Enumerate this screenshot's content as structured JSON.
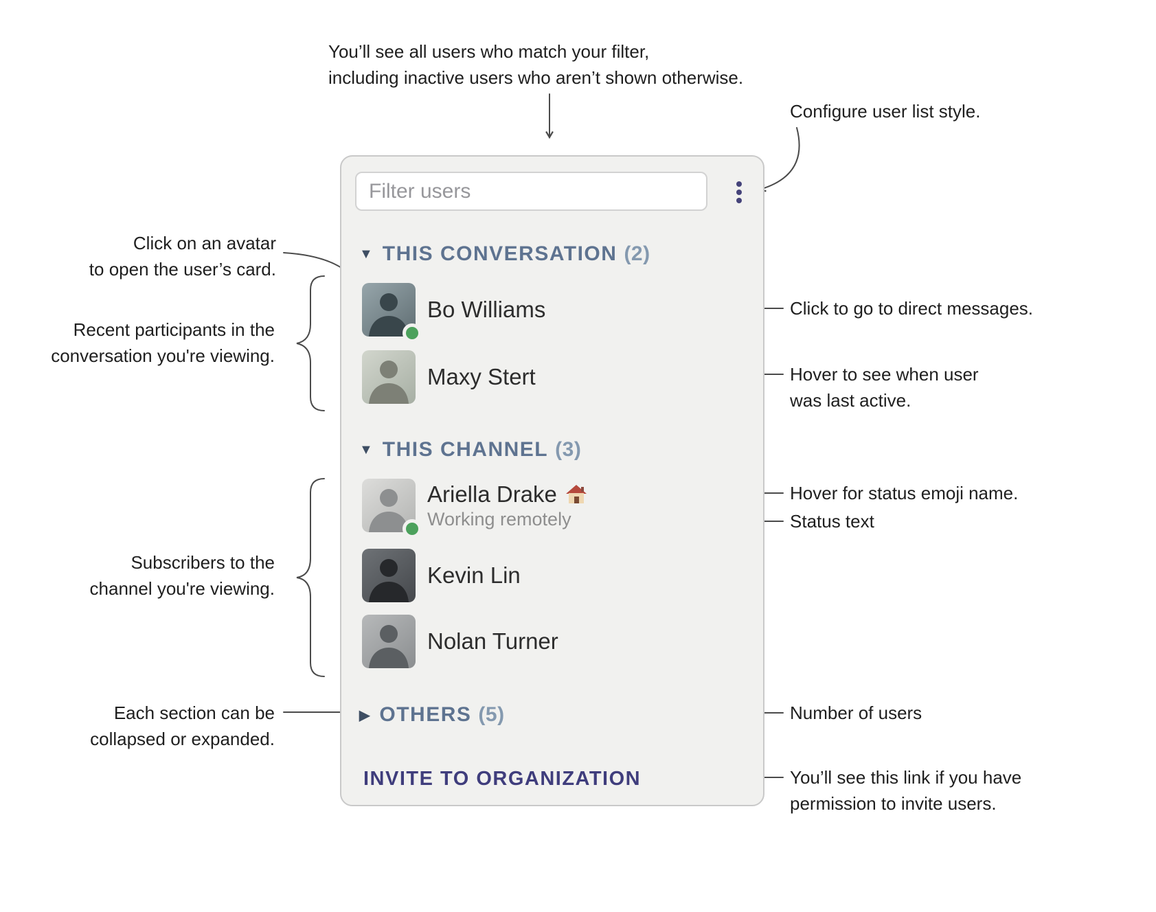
{
  "annotations": {
    "filter_note": [
      "You’ll see all users who match your filter,",
      "including inactive users who aren’t shown otherwise."
    ],
    "configure_note": "Configure user list style.",
    "avatar_note": [
      "Click on an avatar",
      "to open the user’s card."
    ],
    "participants_note": [
      "Recent participants in the",
      "conversation you're viewing."
    ],
    "dm_note": "Click to go to direct messages.",
    "last_active_note": [
      "Hover to see when user",
      "was last active."
    ],
    "status_emoji_note": "Hover for status emoji name.",
    "status_text_note": "Status text",
    "subscribers_note": [
      "Subscribers to the",
      "channel you're viewing."
    ],
    "collapse_note": [
      "Each section can be",
      "collapsed or expanded."
    ],
    "count_note": "Number of users",
    "invite_note": [
      "You’ll see this link if you have",
      "permission to invite users."
    ]
  },
  "panel": {
    "filter_placeholder": "Filter users",
    "menu_icon": "kebab-menu",
    "sections": [
      {
        "caret": "▼",
        "label": "THIS CONVERSATION",
        "count": "(2)",
        "collapsed": false,
        "users": [
          {
            "name": "Bo Williams",
            "online": true
          },
          {
            "name": "Maxy Stert",
            "online": false
          }
        ]
      },
      {
        "caret": "▼",
        "label": "THIS CHANNEL",
        "count": "(3)",
        "collapsed": false,
        "users": [
          {
            "name": "Ariella Drake",
            "status_emoji": "🏠",
            "status_text": "Working remotely",
            "online": true
          },
          {
            "name": "Kevin Lin",
            "online": false
          },
          {
            "name": "Nolan Turner",
            "online": false
          }
        ]
      },
      {
        "caret": "▶",
        "label": "OTHERS",
        "count": "(5)",
        "collapsed": true,
        "users": []
      }
    ],
    "invite_label": "INVITE TO ORGANIZATION"
  },
  "colors": {
    "panel_bg": "#f1f1ef",
    "section_header": "#5e7390",
    "invite_link": "#3f3d7c",
    "presence_online": "#4ca15c",
    "menu_icon": "#45437a"
  }
}
